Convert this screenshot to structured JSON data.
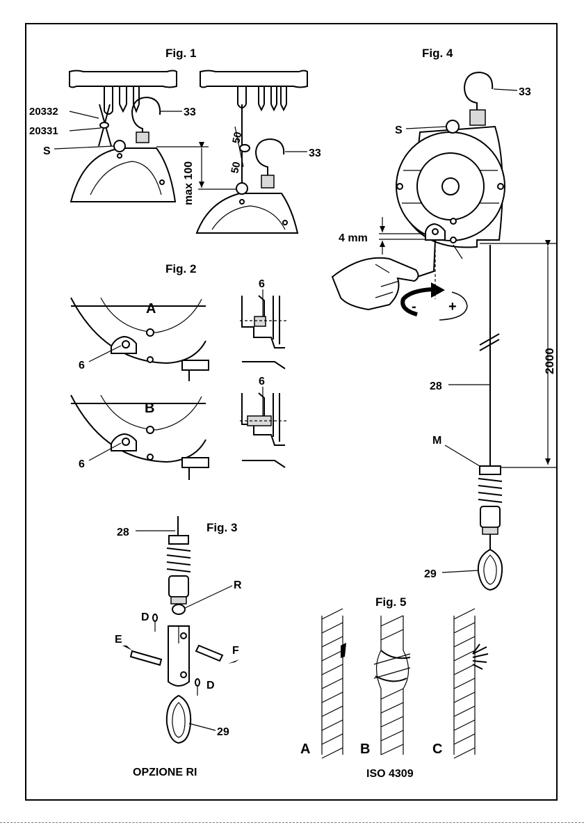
{
  "figures": {
    "fig1": {
      "title": "Fig. 1",
      "labels": {
        "part_a": "20332",
        "part_b": "20331",
        "suspension": "S",
        "hook_left": "33",
        "hook_right": "33",
        "max": "max 100",
        "d1": "50",
        "d2": "50"
      }
    },
    "fig2": {
      "title": "Fig. 2",
      "panel_a": "A",
      "panel_b": "B",
      "part_6": "6"
    },
    "fig3": {
      "title": "Fig. 3",
      "labels": {
        "cable": "28",
        "ring": "R",
        "pin_d": "D",
        "pin_e": "E",
        "pin_f": "F",
        "hook": "29"
      },
      "caption": "OPZIONE RI"
    },
    "fig4": {
      "title": "Fig. 4",
      "labels": {
        "hook": "33",
        "suspension": "S",
        "gap": "4 mm",
        "length": "2000",
        "cable": "28",
        "stop": "M",
        "hook_low": "29"
      },
      "signs": {
        "minus": "-",
        "plus": "+"
      }
    },
    "fig5": {
      "title": "Fig. 5",
      "panels": [
        "A",
        "B",
        "C"
      ],
      "caption": "ISO 4309"
    }
  }
}
